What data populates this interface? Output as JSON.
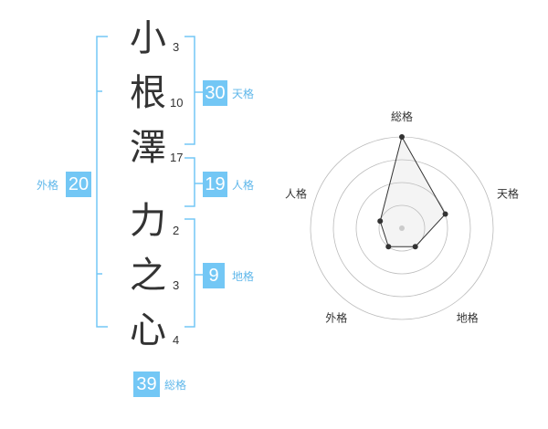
{
  "colors": {
    "accent": "#73c7f5",
    "label": "#5fb7ea",
    "text": "#333333",
    "grid": "#bbbbbb"
  },
  "surname": [
    {
      "char": "小",
      "strokes": "3"
    },
    {
      "char": "根",
      "strokes": "10"
    },
    {
      "char": "澤",
      "strokes": "17"
    }
  ],
  "given": [
    {
      "char": "力",
      "strokes": "2"
    },
    {
      "char": "之",
      "strokes": "3"
    },
    {
      "char": "心",
      "strokes": "4"
    }
  ],
  "fortunes": {
    "tenkaku": {
      "label": "天格",
      "value": "30"
    },
    "jinkaku": {
      "label": "人格",
      "value": "19"
    },
    "chikaku": {
      "label": "地格",
      "value": "9"
    },
    "gaikaku": {
      "label": "外格",
      "value": "20"
    },
    "soukaku": {
      "label": "総格",
      "value": "39"
    }
  },
  "chart_data": {
    "type": "radar",
    "axes": [
      "総格",
      "天格",
      "地格",
      "外格",
      "人格"
    ],
    "values": [
      4,
      2,
      1,
      1,
      1
    ],
    "max": 4,
    "rings": 4
  }
}
